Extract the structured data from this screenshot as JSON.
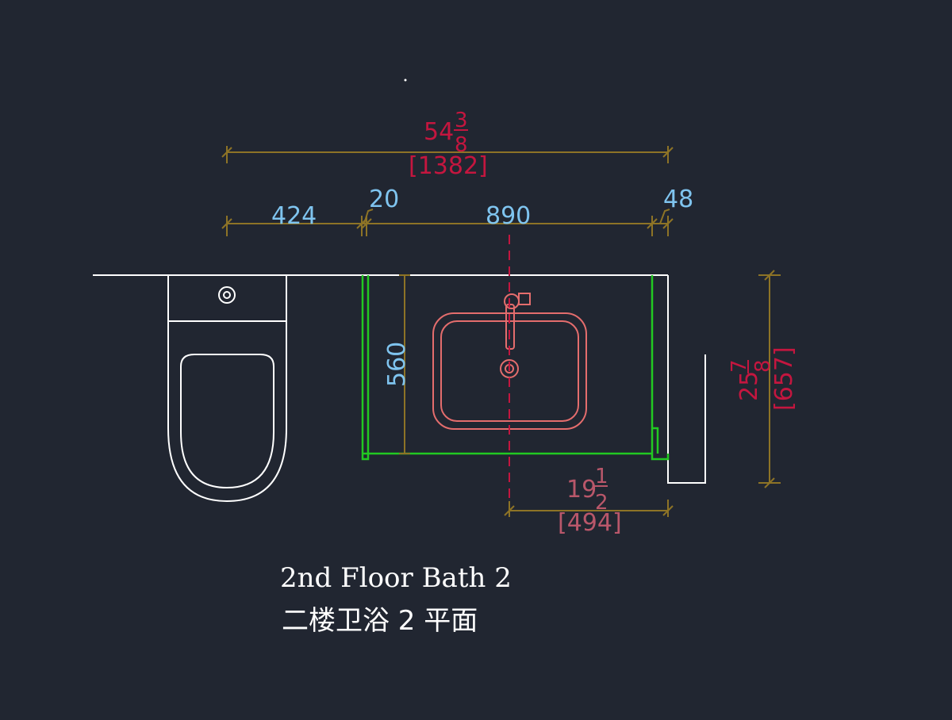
{
  "dimensions": {
    "overall_in_whole": "54",
    "overall_in_num": "3",
    "overall_in_den": "8",
    "overall_mm": "[1382]",
    "seg_toilet": "424",
    "seg_gap": "20",
    "seg_vanity": "890",
    "seg_end": "48",
    "vanity_depth": "560",
    "side_in_whole": "25",
    "side_in_num": "7",
    "side_in_den": "8",
    "side_mm": "[657]",
    "half_in_whole": "19",
    "half_in_num": "1",
    "half_in_den": "2",
    "half_mm": "[494]"
  },
  "title": {
    "english": "2nd Floor Bath 2",
    "chinese": "二楼卫浴 2 平面"
  },
  "colors": {
    "background": "#212631",
    "dimension_line": "#8d7326",
    "dimension_text": "#7fc4ef",
    "imperial_text": "#c4163f",
    "vanity_outline": "#22c922",
    "sink_outline": "#e46d6d"
  }
}
